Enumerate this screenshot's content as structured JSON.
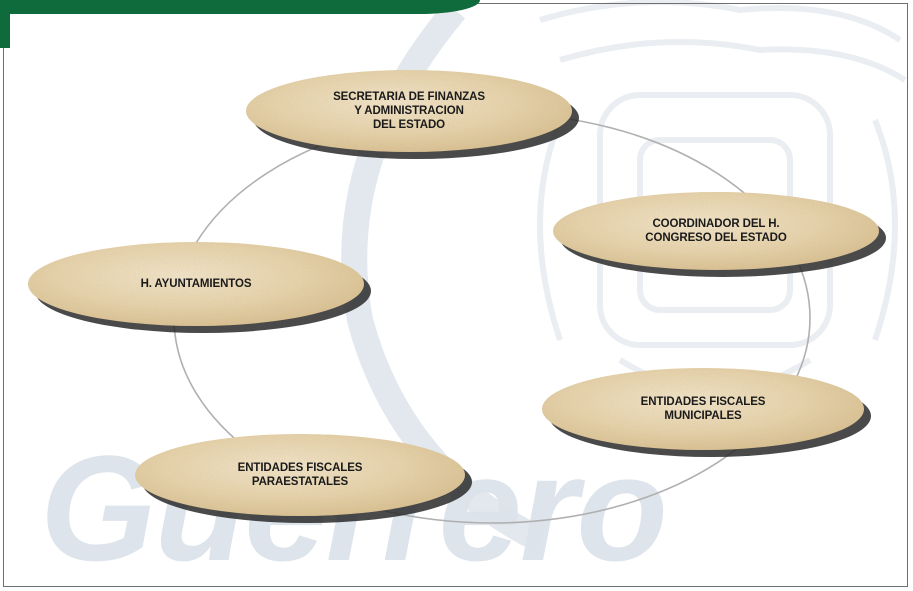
{
  "diagram": {
    "watermark_text": "Guerrero",
    "colors": {
      "accent_green": "#0f6b3c",
      "node_fill": "#e9d5ad",
      "node_shadow": "#2a2a2a",
      "ring_stroke": "#b5b5b5",
      "watermark": "#dde3ea"
    },
    "nodes": [
      {
        "id": "secretaria",
        "label": "SECRETARIA DE FINANZAS\nY ADMINISTRACION\nDEL ESTADO"
      },
      {
        "id": "coordinador",
        "label": "COORDINADOR DEL H.\nCONGRESO DEL ESTADO"
      },
      {
        "id": "ayuntamientos",
        "label": "H. AYUNTAMIENTOS"
      },
      {
        "id": "municipales",
        "label": "ENTIDADES FISCALES\nMUNICIPALES"
      },
      {
        "id": "paraestatales",
        "label": "ENTIDADES FISCALES\nPARAESTATALES"
      }
    ]
  }
}
